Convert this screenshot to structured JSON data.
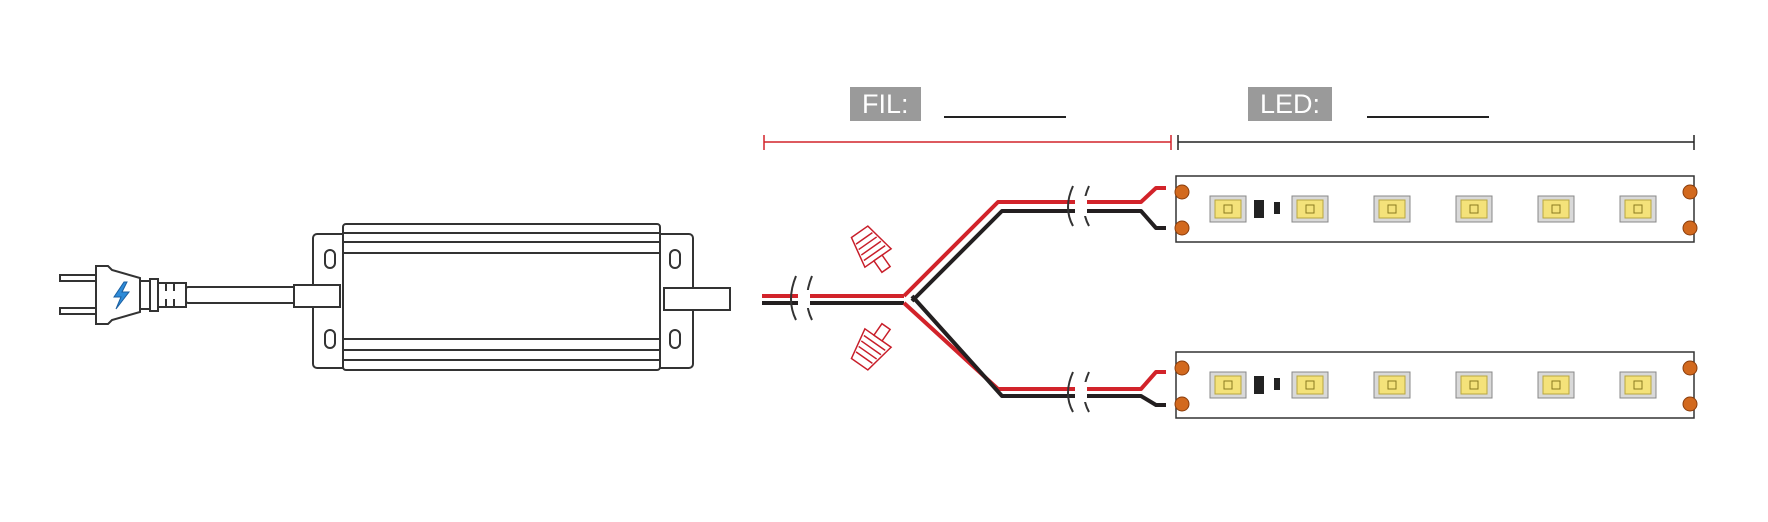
{
  "labels": {
    "wire": {
      "text": "FIL:"
    },
    "led": {
      "text": "LED:"
    }
  },
  "colors": {
    "wire_red": "#d2232a",
    "wire_black": "#231f20",
    "connector_red": "#e8474f",
    "led_yellow": "#f4e27a",
    "pad_orange": "#d2691e",
    "label_bg": "#9a9a9a",
    "outline": "#333333"
  },
  "icons": {
    "power_plug": "plug-icon",
    "lightning": "lightning-icon",
    "power_supply": "power-supply-icon",
    "wire_nut": "wire-connector-icon",
    "led_chip": "led-chip-icon"
  },
  "led_strips": {
    "count": 2,
    "leds_per_strip": 6
  }
}
